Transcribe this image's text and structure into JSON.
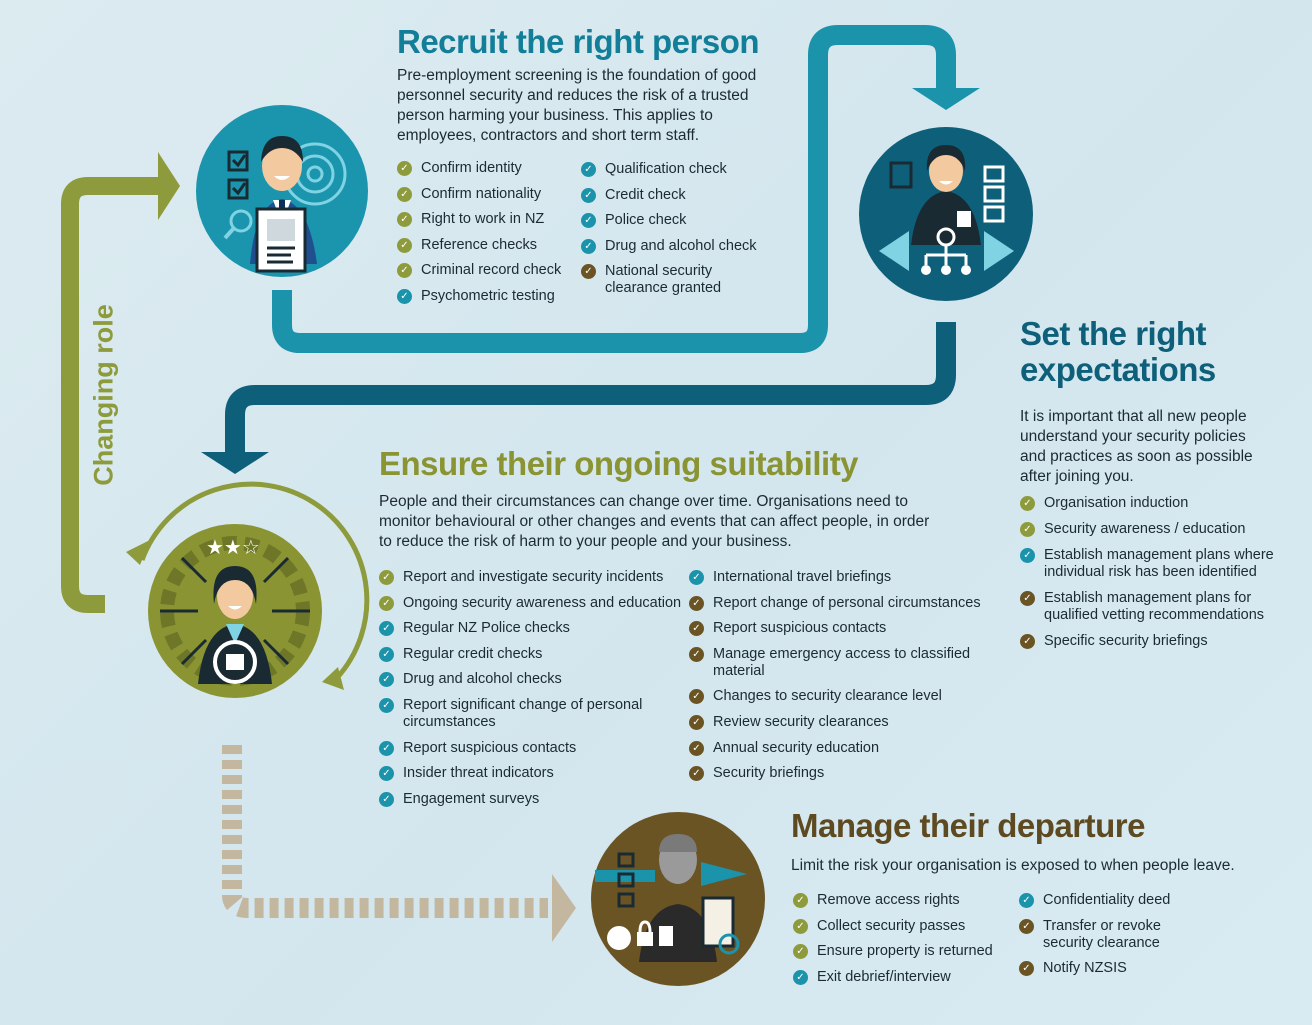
{
  "colors": {
    "teal": "#1b93ab",
    "navy": "#0e5f7a",
    "olive": "#8e9b3c",
    "brown": "#6b5424",
    "beige": "#c3b79f"
  },
  "changing_role": "Changing role",
  "recruit": {
    "title": "Recruit the right person",
    "description": "Pre-employment screening is the foundation of good personnel security and reduces the risk of a trusted person harming your business. This applies to employees, contractors and short term staff.",
    "col1": [
      {
        "text": "Confirm identity",
        "color": "olive"
      },
      {
        "text": "Confirm nationality",
        "color": "olive"
      },
      {
        "text": "Right to work in NZ",
        "color": "olive"
      },
      {
        "text": "Reference checks",
        "color": "olive"
      },
      {
        "text": "Criminal record check",
        "color": "olive"
      },
      {
        "text": "Psychometric testing",
        "color": "teal"
      }
    ],
    "col2": [
      {
        "text": "Qualification check",
        "color": "teal"
      },
      {
        "text": "Credit check",
        "color": "teal"
      },
      {
        "text": "Police check",
        "color": "teal"
      },
      {
        "text": "Drug and alcohol check",
        "color": "teal"
      },
      {
        "text": "National security clearance granted",
        "color": "brown"
      }
    ]
  },
  "expectations": {
    "title_line1": "Set the right",
    "title_line2": "expectations",
    "description": "It is important that all new people understand your security policies and practices as soon as possible after joining you.",
    "items": [
      {
        "text": "Organisation induction",
        "color": "olive"
      },
      {
        "text": "Security awareness / education",
        "color": "olive"
      },
      {
        "text": "Establish management plans where individual risk has been identified",
        "color": "teal"
      },
      {
        "text": "Establish management plans for qualified vetting recommendations",
        "color": "brown"
      },
      {
        "text": "Specific security briefings",
        "color": "brown"
      }
    ]
  },
  "ongoing": {
    "title": "Ensure their ongoing suitability",
    "description": "People and their circumstances can change over time. Organisations need to monitor behavioural or other changes and events that can affect people, in order to reduce the risk of harm to your people and your business.",
    "col1": [
      {
        "text": "Report and investigate security incidents",
        "color": "olive"
      },
      {
        "text": "Ongoing security awareness and education",
        "color": "olive"
      },
      {
        "text": "Regular NZ Police checks",
        "color": "teal"
      },
      {
        "text": "Regular credit checks",
        "color": "teal"
      },
      {
        "text": "Drug and alcohol checks",
        "color": "teal"
      },
      {
        "text": "Report significant change of personal circumstances",
        "color": "teal"
      },
      {
        "text": "Report suspicious contacts",
        "color": "teal"
      },
      {
        "text": "Insider threat indicators",
        "color": "teal"
      },
      {
        "text": "Engagement surveys",
        "color": "teal"
      }
    ],
    "col2": [
      {
        "text": "International travel briefings",
        "color": "teal"
      },
      {
        "text": "Report change of personal circumstances",
        "color": "brown"
      },
      {
        "text": "Report suspicious contacts",
        "color": "brown"
      },
      {
        "text": "Manage emergency access to classified material",
        "color": "brown"
      },
      {
        "text": "Changes to security clearance level",
        "color": "brown"
      },
      {
        "text": "Review security clearances",
        "color": "brown"
      },
      {
        "text": "Annual security education",
        "color": "brown"
      },
      {
        "text": "Security briefings",
        "color": "brown"
      }
    ]
  },
  "departure": {
    "title": "Manage their departure",
    "description": "Limit the risk your organisation is exposed to when people leave.",
    "col1": [
      {
        "text": "Remove access rights",
        "color": "olive"
      },
      {
        "text": "Collect security passes",
        "color": "olive"
      },
      {
        "text": "Ensure property is returned",
        "color": "olive"
      },
      {
        "text": "Exit debrief/interview",
        "color": "teal"
      }
    ],
    "col2": [
      {
        "text": "Confidentiality deed",
        "color": "teal"
      },
      {
        "text": "Transfer or revoke security clearance",
        "color": "brown"
      },
      {
        "text": "Notify NZSIS",
        "color": "brown"
      }
    ]
  }
}
